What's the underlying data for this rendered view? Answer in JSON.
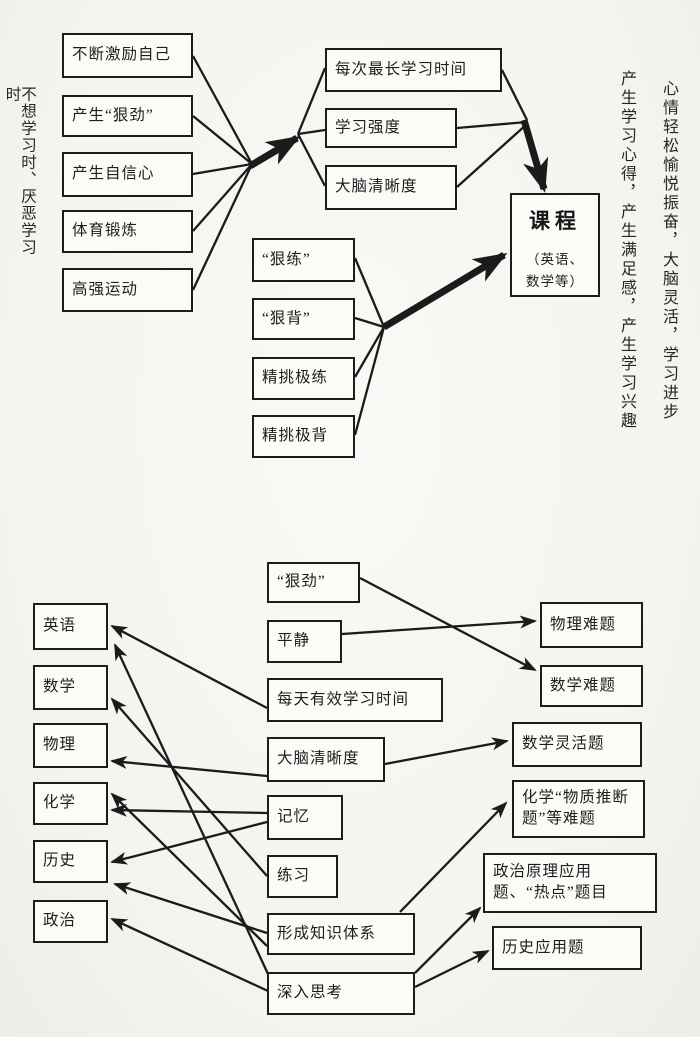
{
  "colors": {
    "line": "#1b1b1b",
    "box_border": "#1c1c1c",
    "box_background": "#fcfbf8",
    "page_background": "#f6f4f0",
    "text": "#1e1e1e"
  },
  "notes": {
    "left_note": "不想学习时、厌恶学习时",
    "right_note_inner": "产生学习心得，产生满足感，产生学习兴趣",
    "right_note_outer": "心情轻松愉悦振奋，大脑灵活，学习进步"
  },
  "nodes": {
    "encourage-self": "不断激励自己",
    "develop-drive": "产生“狠劲”",
    "develop-confidence": "产生自信心",
    "physical-exercise": "体育锻炼",
    "intense-exercise": "高强运动",
    "max-study-duration": "每次最长学习时间",
    "study-intensity": "学习强度",
    "brain-clarity-top": "大脑清晰度",
    "drill-hard": "“狠练”",
    "memorize-hard": "“狠背”",
    "select-practice": "精挑极练",
    "select-memorize": "精挑极背",
    "course": {
      "title": "课程",
      "sub1": "（英语、",
      "sub2": "数学等）"
    },
    "english": "英语",
    "math": "数学",
    "physics": "物理",
    "chemistry": "化学",
    "history": "历史",
    "politics": "政治",
    "drive": "“狠劲”",
    "calm": "平静",
    "daily-effective-study-time": "每天有效学习时间",
    "brain-clarity": "大脑清晰度",
    "memory": "记忆",
    "practice": "练习",
    "knowledge-system": "形成知识体系",
    "deep-thinking": "深入思考",
    "physics-hard-problems": "物理难题",
    "math-hard-problems": "数学难题",
    "math-flexible-problems": "数学灵活题",
    "chemistry-inference-problems": "化学“物质推断题”等难题",
    "politics-application-problems": "政治原理应用题、“热点”题目",
    "history-application-problems": "历史应用题"
  },
  "top_diagram": {
    "flows": [
      {
        "from": [
          "encourage-self",
          "develop-drive",
          "develop-confidence",
          "physical-exercise",
          "intense-exercise"
        ],
        "to": [
          "max-study-duration",
          "study-intensity",
          "brain-clarity-top"
        ],
        "style": "thick-arrow"
      },
      {
        "from": [
          "max-study-duration",
          "study-intensity",
          "brain-clarity-top"
        ],
        "to": [
          "course"
        ],
        "style": "thick-arrow"
      },
      {
        "from": [
          "drill-hard",
          "memorize-hard",
          "select-practice",
          "select-memorize"
        ],
        "to": [
          "course"
        ],
        "style": "thick-arrow"
      }
    ]
  },
  "bottom_diagram": {
    "edges": [
      {
        "from": "daily-effective-study-time",
        "to": "english"
      },
      {
        "from": "deep-thinking",
        "to": "english"
      },
      {
        "from": "practice",
        "to": "math"
      },
      {
        "from": "brain-clarity",
        "to": "physics"
      },
      {
        "from": "memory",
        "to": "chemistry"
      },
      {
        "from": "knowledge-system",
        "to": "chemistry"
      },
      {
        "from": "memory",
        "to": "history"
      },
      {
        "from": "knowledge-system",
        "to": "history"
      },
      {
        "from": "deep-thinking",
        "to": "politics"
      },
      {
        "from": "drive",
        "to": "math-hard-problems"
      },
      {
        "from": "calm",
        "to": "physics-hard-problems"
      },
      {
        "from": "brain-clarity",
        "to": "math-flexible-problems"
      },
      {
        "from": "knowledge-system",
        "to": "chemistry-inference-problems"
      },
      {
        "from": "deep-thinking",
        "to": "politics-application-problems"
      },
      {
        "from": "deep-thinking",
        "to": "history-application-problems"
      }
    ]
  }
}
